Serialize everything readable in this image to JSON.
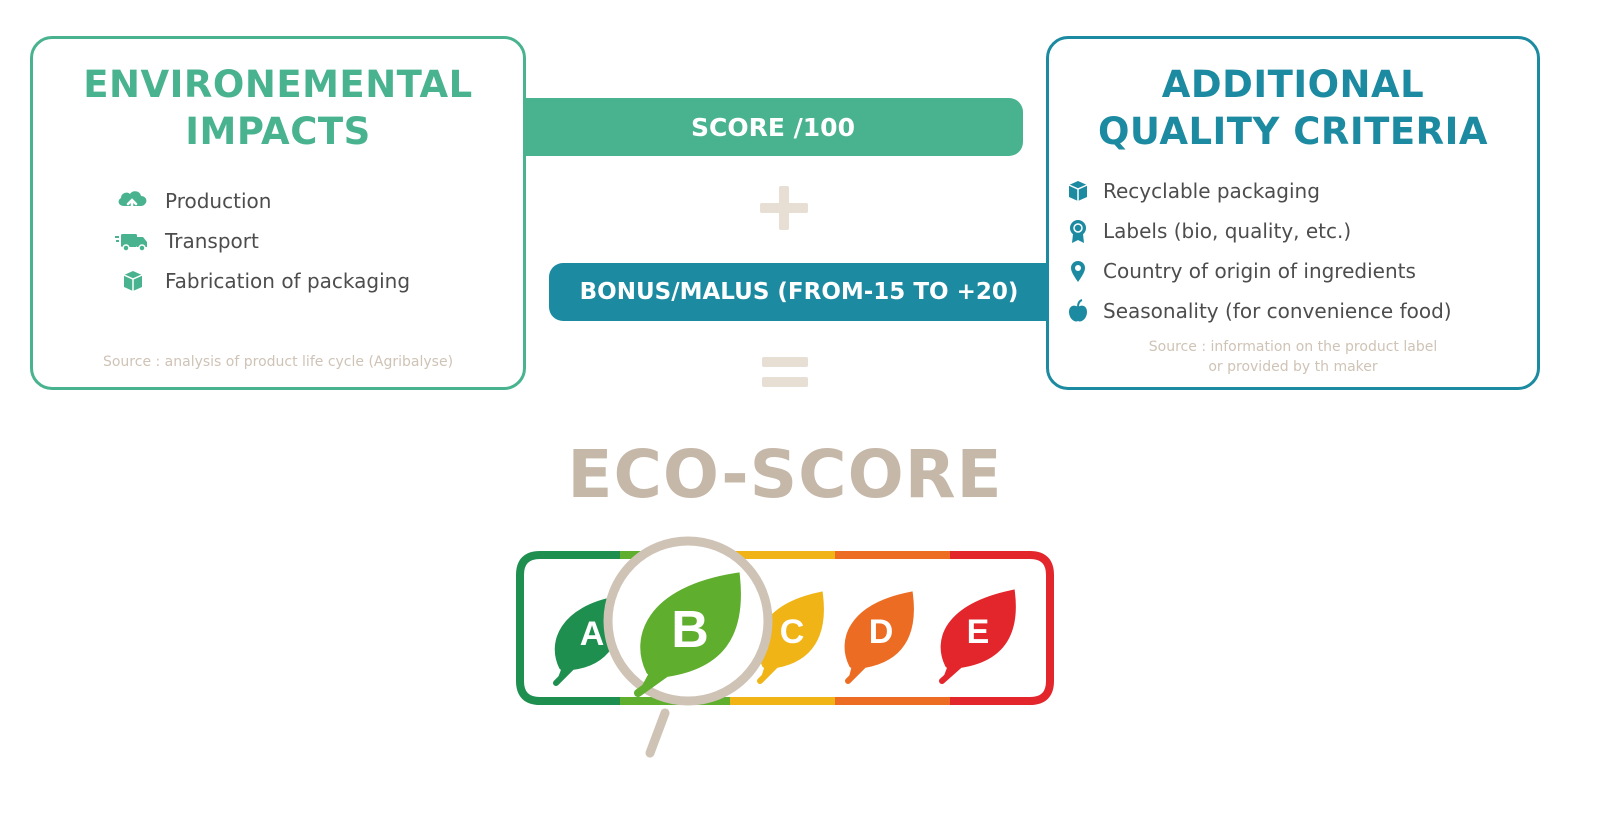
{
  "environmental": {
    "title_line1": "ENVIRONEMENTAL",
    "title_line2": "IMPACTS",
    "items": [
      {
        "label": "Production",
        "icon": "cloud-upload-icon"
      },
      {
        "label": "Transport",
        "icon": "truck-icon"
      },
      {
        "label": "Fabrication of packaging",
        "icon": "box-icon"
      }
    ],
    "source": "Source : analysis of product life cycle (Agribalyse)"
  },
  "quality": {
    "title_line1": "ADDITIONAL",
    "title_line2": "QUALITY CRITERIA",
    "items": [
      {
        "label": "Recyclable packaging",
        "icon": "box-icon"
      },
      {
        "label": "Labels (bio, quality, etc.)",
        "icon": "rosette-icon"
      },
      {
        "label": "Country of origin of ingredients",
        "icon": "location-pin-icon"
      },
      {
        "label": "Seasonality (for convenience food)",
        "icon": "apple-icon"
      }
    ],
    "source_line1": "Source : information on the product label",
    "source_line2": "or provided by th maker"
  },
  "score_bar": "SCORE /100",
  "bonus_bar": "BONUS/MALUS (FROM-15 TO +20)",
  "eco_score_title": "ECO-SCORE",
  "eco_label": {
    "grades": [
      "A",
      "B",
      "C",
      "D",
      "E"
    ],
    "selected": "B",
    "colors": {
      "A": "#1e8f4e",
      "B": "#5fae2e",
      "C": "#f0b416",
      "D": "#ec6c23",
      "E": "#e3262b"
    }
  },
  "colors": {
    "environmental": "#49b38f",
    "quality": "#1c8aa0",
    "operator": "#e7ded4",
    "eco_title": "#c6b8a9"
  }
}
